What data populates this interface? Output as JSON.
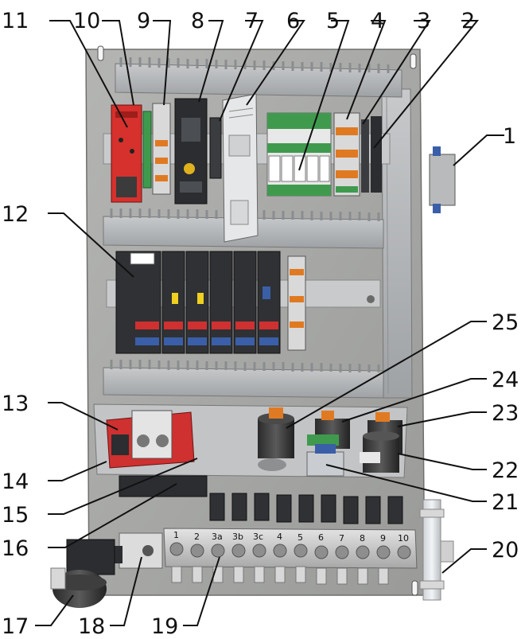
{
  "callouts": [
    {
      "id": "1",
      "label": "1"
    },
    {
      "id": "2",
      "label": "2"
    },
    {
      "id": "3",
      "label": "3"
    },
    {
      "id": "4",
      "label": "4"
    },
    {
      "id": "5",
      "label": "5"
    },
    {
      "id": "6",
      "label": "6"
    },
    {
      "id": "7",
      "label": "7"
    },
    {
      "id": "8",
      "label": "8"
    },
    {
      "id": "9",
      "label": "9"
    },
    {
      "id": "10",
      "label": "10"
    },
    {
      "id": "11",
      "label": "11"
    },
    {
      "id": "12",
      "label": "12"
    },
    {
      "id": "13",
      "label": "13"
    },
    {
      "id": "14",
      "label": "14"
    },
    {
      "id": "15",
      "label": "15"
    },
    {
      "id": "16",
      "label": "16"
    },
    {
      "id": "17",
      "label": "17"
    },
    {
      "id": "18",
      "label": "18"
    },
    {
      "id": "19",
      "label": "19"
    },
    {
      "id": "20",
      "label": "20"
    },
    {
      "id": "21",
      "label": "21"
    },
    {
      "id": "22",
      "label": "22"
    },
    {
      "id": "23",
      "label": "23"
    },
    {
      "id": "24",
      "label": "24"
    },
    {
      "id": "25",
      "label": "25"
    }
  ],
  "valve_labels": [
    "1",
    "2",
    "3a",
    "3b",
    "3c",
    "4",
    "5",
    "6",
    "7",
    "8",
    "9",
    "10"
  ],
  "colors": {
    "backplate": "#a9aaa8",
    "duct": "#b9bbbd",
    "din_rail": "#c9cacb",
    "module_red": "#d6312d",
    "terminal_orange": "#e07a22",
    "terminal_green": "#3f9a4e",
    "module_dark": "#2b2d30",
    "plc_blue": "#3a5fa8",
    "plate_red": "#cf3030"
  }
}
